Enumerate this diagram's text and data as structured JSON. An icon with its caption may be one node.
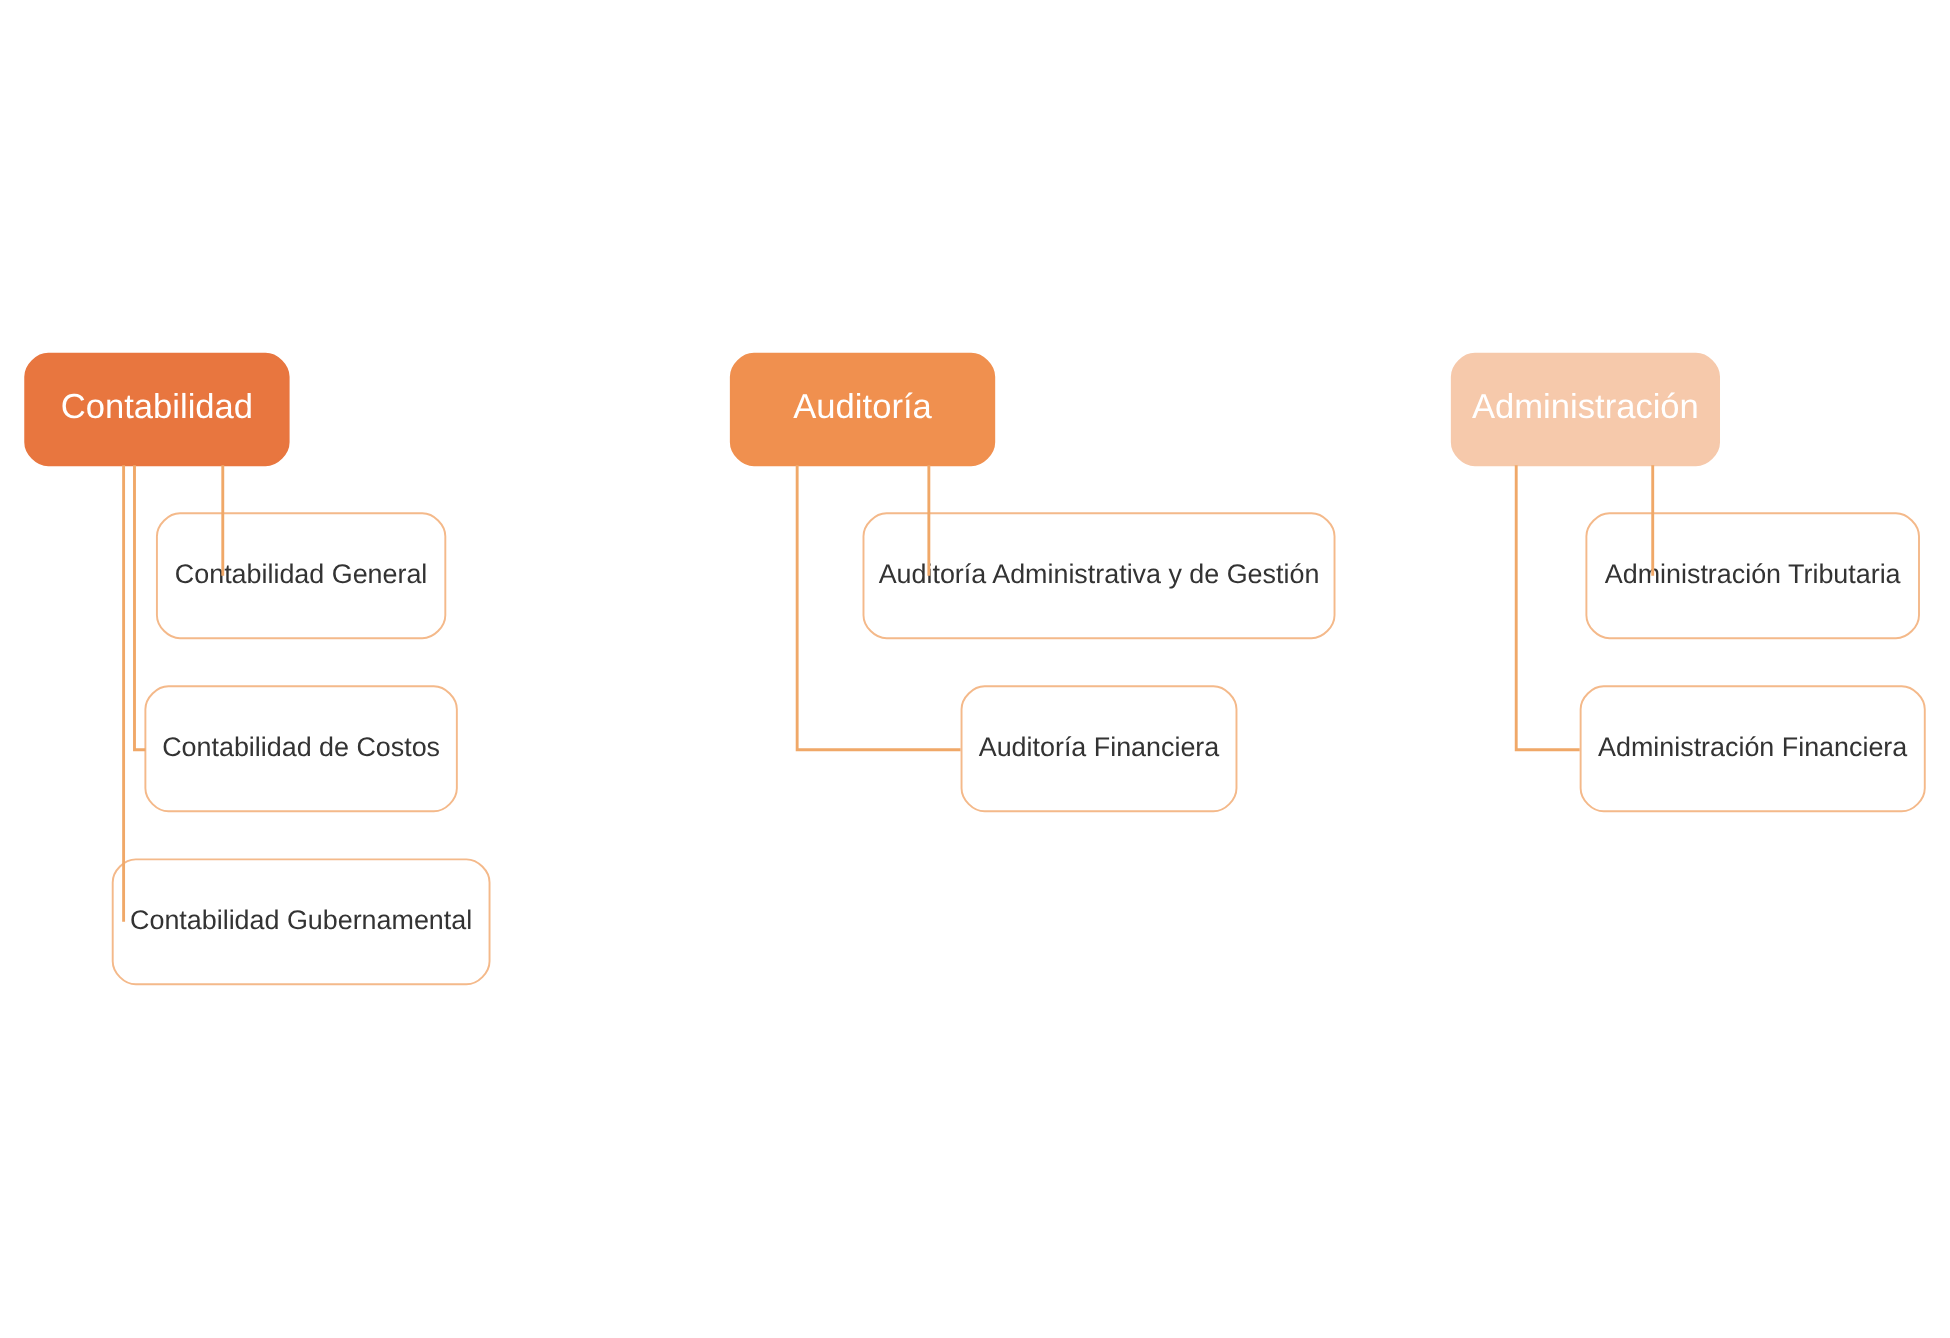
{
  "diagram": {
    "nodes": [
      {
        "text": [
          "Contabilidad"
        ]
      },
      {
        "text": [
          "Contabilidad General"
        ]
      },
      {
        "text": [
          "Contabilidad de Costos"
        ]
      },
      {
        "text": [
          "Contabilidad Gubernamental"
        ]
      },
      {
        "text": [
          "Auditoría"
        ]
      },
      {
        "text": [
          "Auditoría Administrativa y de Gestión"
        ]
      },
      {
        "text": [
          "Auditoría Financiera"
        ]
      },
      {
        "text": [
          "Administración"
        ]
      },
      {
        "text": [
          "Administración Tributaria"
        ]
      },
      {
        "text": [
          "Administración Financiera"
        ]
      }
    ],
    "edges": [
      {
        "from": 0,
        "to": 1,
        "arrow": "none"
      },
      {
        "from": 0,
        "to": 2,
        "arrow": "none"
      },
      {
        "from": 0,
        "to": 3,
        "arrow": "none"
      },
      {
        "from": 4,
        "to": 5,
        "arrow": "none"
      },
      {
        "from": 4,
        "to": 6,
        "arrow": "none"
      },
      {
        "from": 7,
        "to": 8,
        "arrow": "none"
      },
      {
        "from": 7,
        "to": 9,
        "arrow": "none"
      }
    ]
  }
}
